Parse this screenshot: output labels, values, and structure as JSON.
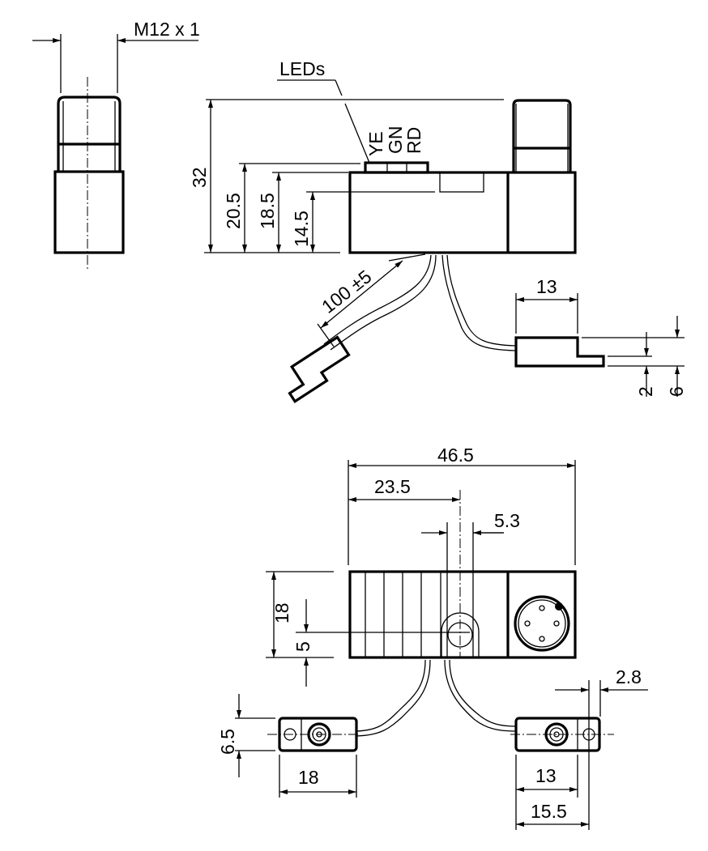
{
  "labels": {
    "thread": "M12 x 1",
    "leds": "LEDs",
    "led_ye": "YE",
    "led_gn": "GN",
    "led_rd": "RD",
    "height_total": "32",
    "height_led": "20.5",
    "height_body": "18.5",
    "height_window": "14.5",
    "cable_length": "100 ±5",
    "sensor_side_length": "13",
    "sensor_step": "2",
    "sensor_height": "6",
    "body_length": "46.5",
    "slot_position": "23.5",
    "slot_width": "5.3",
    "body_width": "18",
    "slot_offset": "5",
    "sensor_width": "6.5",
    "sensor_left_length": "18",
    "sensor_right_length": "13",
    "sensor_right_total": "15.5",
    "hole_diameter": "2.8"
  }
}
